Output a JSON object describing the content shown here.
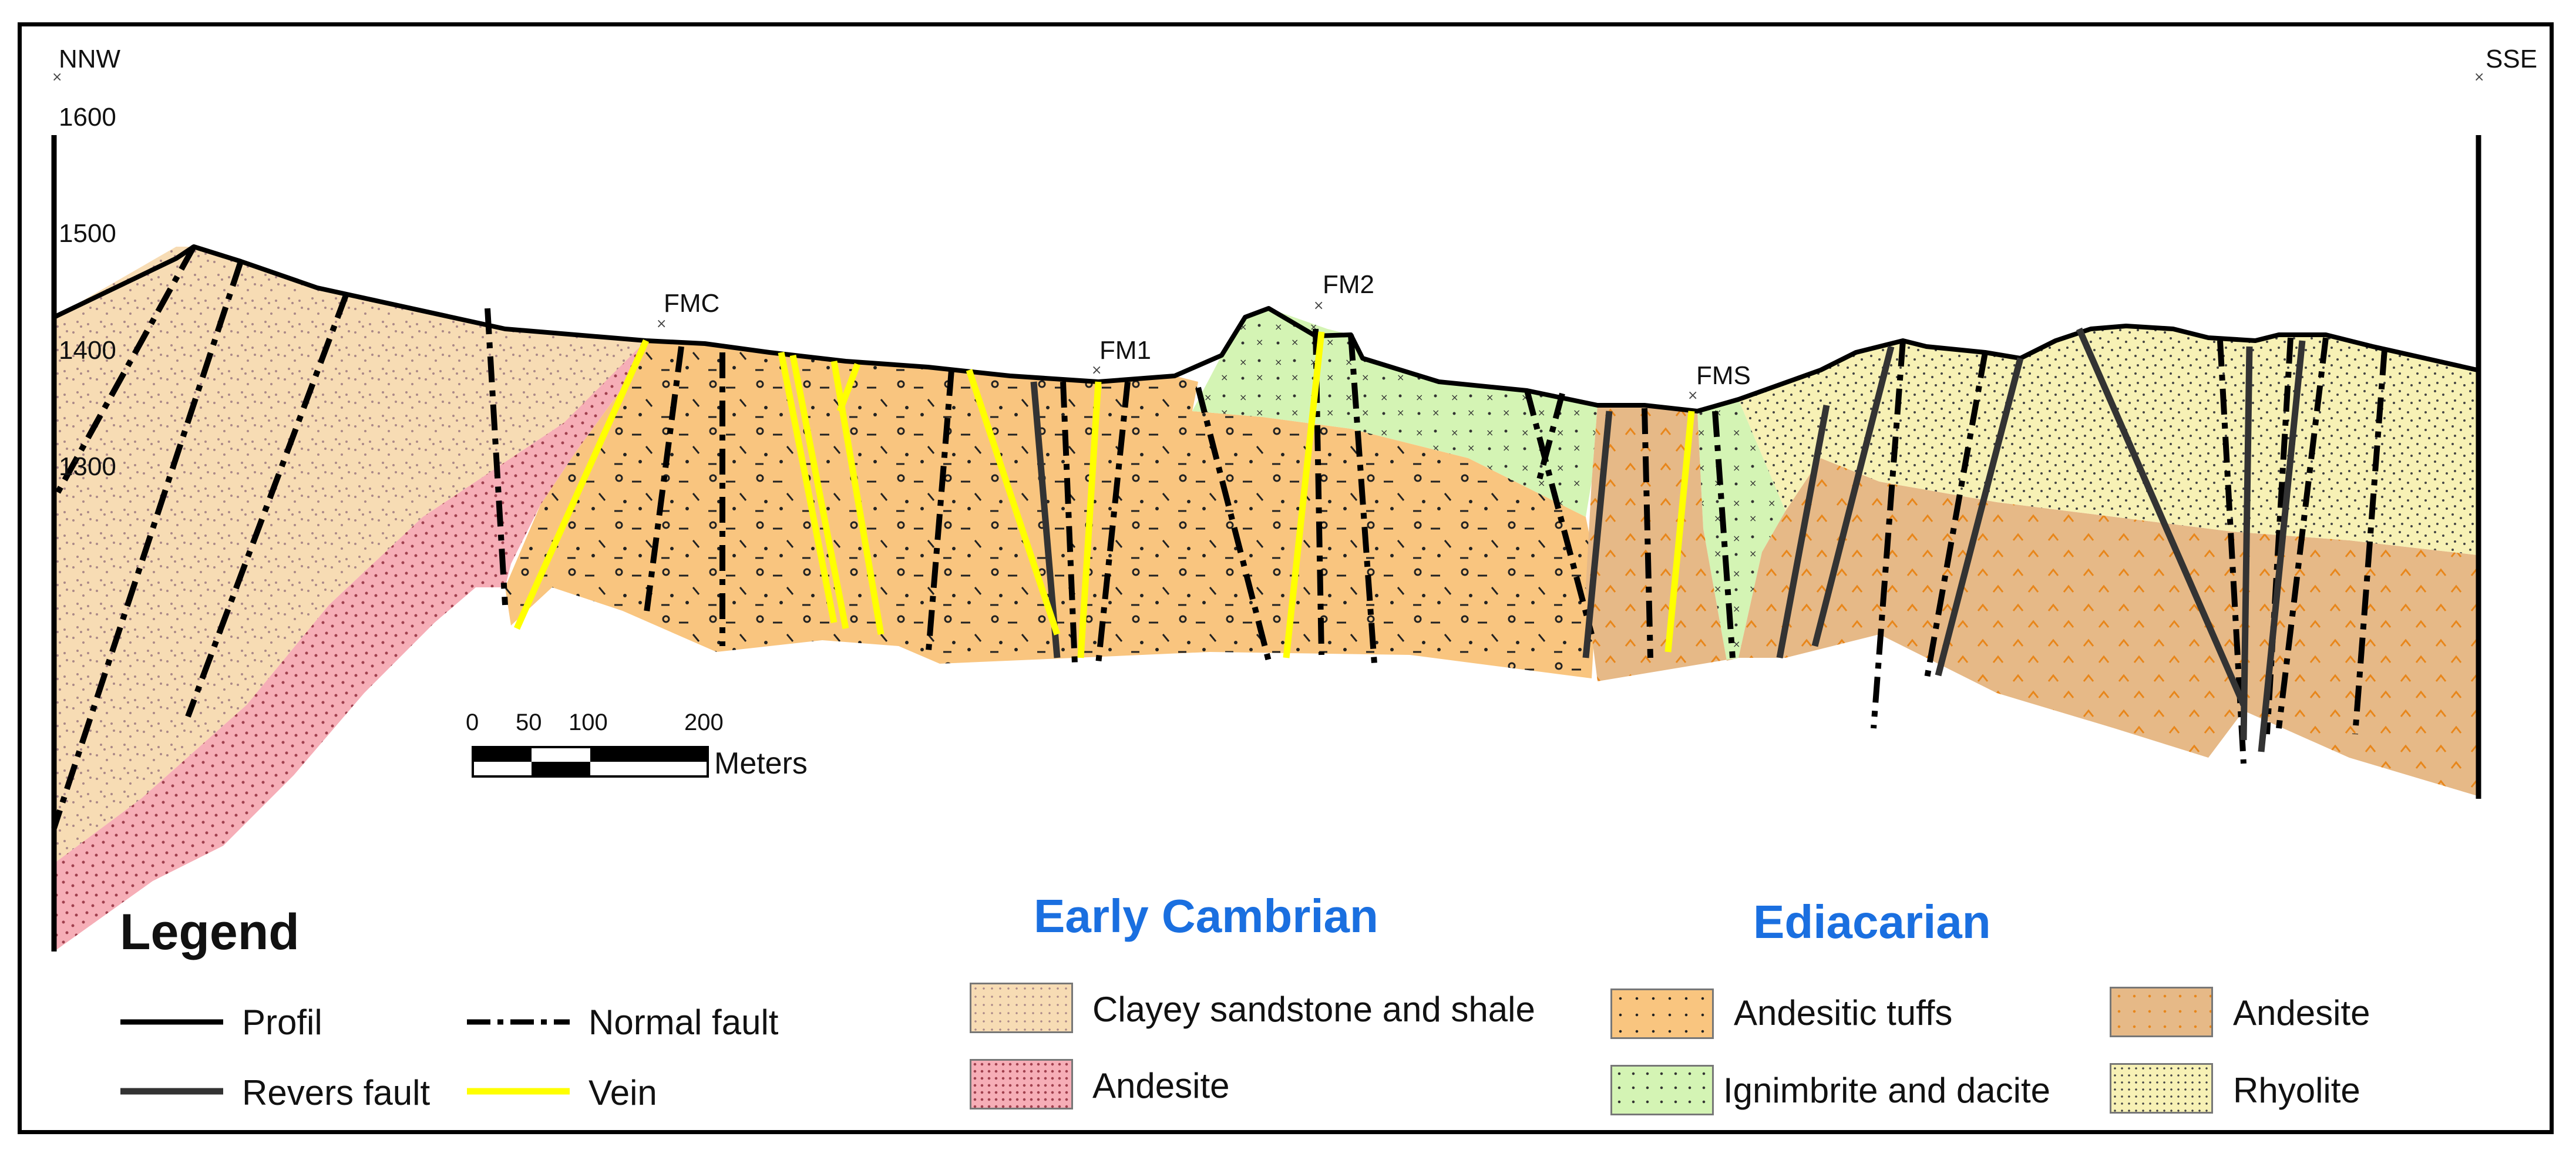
{
  "profile": {
    "start_label": "NNW",
    "end_label": "SSE",
    "elevations": [
      "1600",
      "1500",
      "1400",
      "1300"
    ],
    "wells": [
      "FMC",
      "FM1",
      "FM2",
      "FMS"
    ]
  },
  "scale_bar": {
    "ticks": [
      "0",
      "50",
      "100",
      "200"
    ],
    "unit": "Meters"
  },
  "legend": {
    "title": "Legend",
    "lines": [
      {
        "label": "Profil",
        "style": "solid-black"
      },
      {
        "label": "Normal fault",
        "style": "dash-dot-black"
      },
      {
        "label": "Revers fault",
        "style": "solid-gray"
      },
      {
        "label": "Vein",
        "style": "solid-yellow"
      }
    ],
    "eras": [
      {
        "name": "Early Cambrian",
        "units": [
          {
            "label": "Clayey sandstone and shale",
            "color": "#f7dcb4"
          },
          {
            "label": "Andesite",
            "color": "#f6aeb7"
          }
        ]
      },
      {
        "name": "Ediacarian",
        "units": [
          {
            "label": "Andesitic tuffs",
            "color": "#f9c57f"
          },
          {
            "label": "Ignimbrite and dacite",
            "color": "#d4f4b4"
          },
          {
            "label": "Andesite",
            "color": "#e6b987"
          },
          {
            "label": "Rhyolite",
            "color": "#f7f1b5"
          }
        ]
      }
    ]
  },
  "colors": {
    "vein": "#ffff00",
    "normal_fault": "#000000",
    "revers_fault": "#333333",
    "era_title": "#1a6fe0"
  }
}
